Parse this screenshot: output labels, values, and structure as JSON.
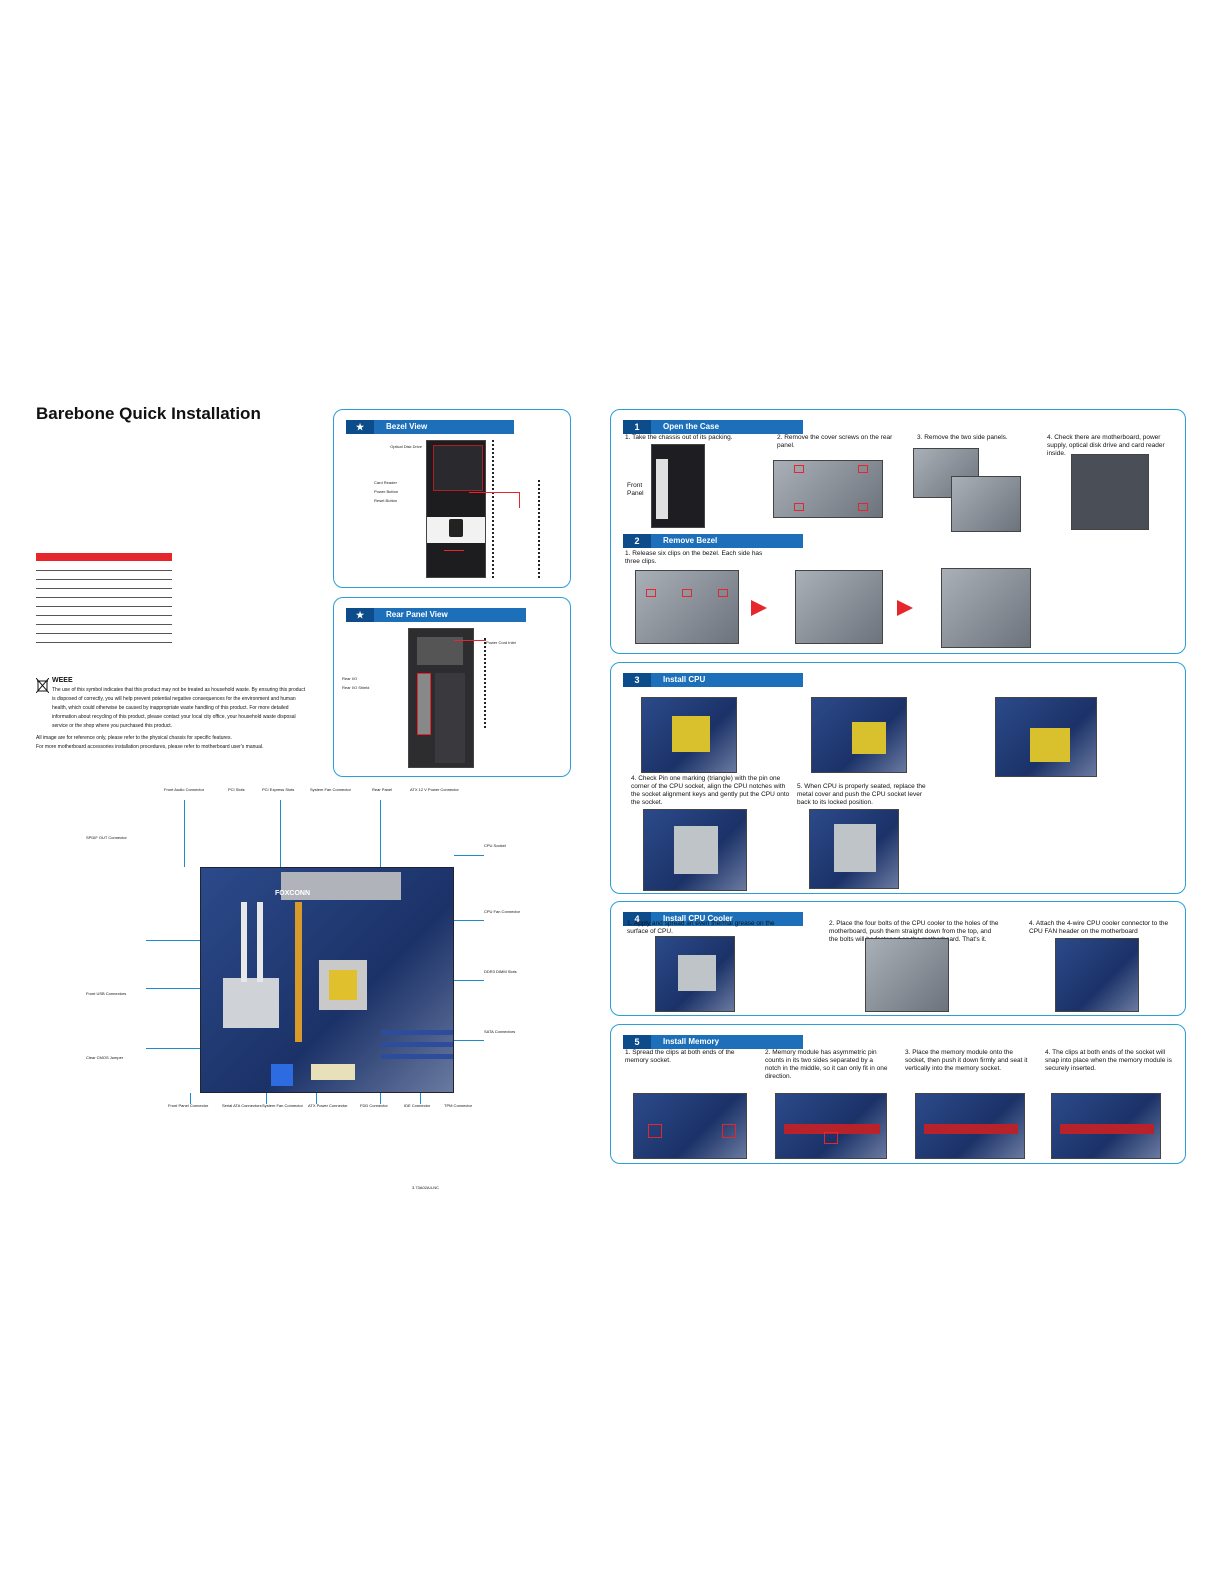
{
  "document": {
    "title": "Barebone Quick Installation",
    "weee_title": "WEEE",
    "weee_text": "The use of this symbol indicates that this product may not be treated as household waste. By ensuring this product is disposed of correctly, you will help prevent potential negative consequences for the environment and human health, which could otherwise be caused by inappropriate waste handling of this product. For more detailed information about recycling of this product, please contact your local city office, your household waste disposal service or the shop where you purchased this product.",
    "note_1": "All image are for reference only, please refer to the physical chassis for specific features.",
    "note_2": "For more motherboard accessories installation procedures, please refer to motherboard user's manual."
  },
  "bezel_view": {
    "marker": "★",
    "title": "Bezel View",
    "labels_left": [
      "Card Reader",
      "Power Button",
      "Reset Button"
    ],
    "labels_top": [
      "Optical Disk Drive"
    ]
  },
  "rear_view": {
    "marker": "★",
    "title": "Rear Panel View",
    "labels_right": [
      "Power Cord Inlet"
    ],
    "labels_left": [
      "Rear I/O",
      "Rear I/O Shield"
    ]
  },
  "steps": [
    {
      "num": "1",
      "title": "Open the Case",
      "items": [
        "1. Take the chassis out of its packing.",
        "2. Remove the cover screws on the rear panel.",
        "3. Remove the two side panels.",
        "4. Check there are motherboard, power supply, optical disk drive and card reader inside."
      ],
      "photo_label": "Front Panel"
    },
    {
      "num": "2",
      "title": "Remove Bezel",
      "items": [
        "1. Release six clips on the bezel. Each side has three clips."
      ]
    },
    {
      "num": "3",
      "title": "Install CPU",
      "items": [
        "4. Check Pin one marking (triangle) with the pin one corner of the CPU socket, align the CPU notches with the socket alignment keys and gently put the CPU onto the socket.",
        "5. When CPU is properly seated, replace the metal cover and push the CPU socket lever back to its locked position."
      ]
    },
    {
      "num": "4",
      "title": "Install CPU Cooler",
      "items": [
        "1. Apply and spread an even thermal grease on the surface of CPU.",
        "2. Place the four bolts of the CPU cooler to the holes of the motherboard, push them straight down from the top, and the bolts will be fastened on the motherboard. That's it.",
        "4. Attach the 4-wire CPU cooler connector to the CPU FAN header on the motherboard"
      ]
    },
    {
      "num": "5",
      "title": "Install Memory",
      "items": [
        "1. Spread the clips at both ends of the memory socket.",
        "2. Memory module has asymmetric pin counts in its two sides separated by a notch in the middle, so it can only fit in one direction.",
        "3. Place the memory module onto the socket, then push it down firmly and seat it vertically into the memory socket.",
        "4. The clips at both ends of the socket will snap into place when the memory module is securely inserted."
      ]
    }
  ],
  "motherboard": {
    "brand": "FOXCONN",
    "labels_top": [
      "Front Audio Connector",
      "PCI Slots",
      "PCI Express Slots",
      "System Fan Connector",
      "Rear Panel",
      "ATX 12 V Power Connector"
    ],
    "labels_left": [
      "SPDIF OUT Connector",
      "Front USB Connectors",
      "Clear CMOS Jumper"
    ],
    "labels_right": [
      "CPU Socket",
      "CPU Fan Connector",
      "DDR3 DIMM Slots",
      "SATA Connectors"
    ],
    "labels_bottom": [
      "Front Panel Connector",
      "Serial ATA Connectors",
      "System Fan Connector",
      "ATX Power Connector",
      "FDD Connector",
      "IDE Connector",
      "TPM Connector"
    ]
  },
  "footer": {
    "code": "3.73A02A4-NC"
  }
}
